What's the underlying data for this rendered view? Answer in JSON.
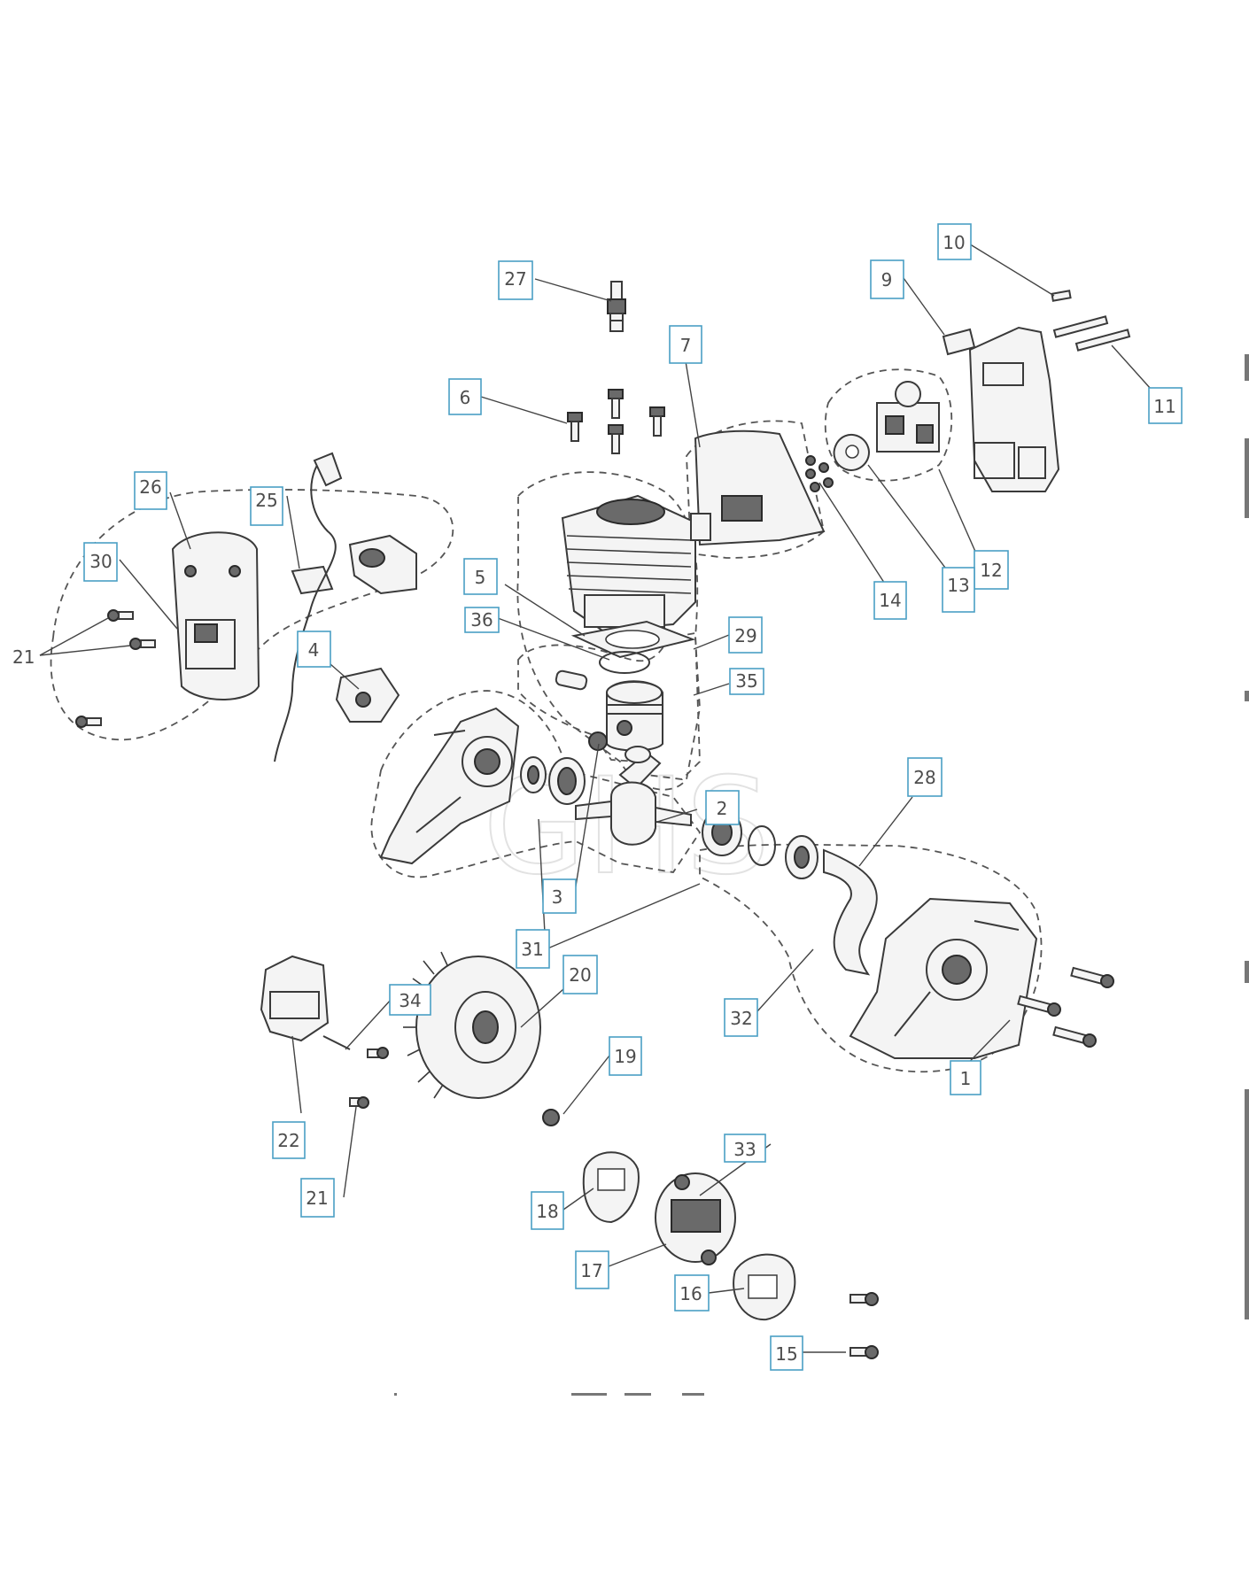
{
  "watermark": "GHS",
  "callouts": [
    {
      "id": "1",
      "label": "1"
    },
    {
      "id": "2",
      "label": "2"
    },
    {
      "id": "3",
      "label": "3"
    },
    {
      "id": "4",
      "label": "4"
    },
    {
      "id": "5",
      "label": "5"
    },
    {
      "id": "6",
      "label": "6"
    },
    {
      "id": "7",
      "label": "7"
    },
    {
      "id": "9",
      "label": "9"
    },
    {
      "id": "10",
      "label": "10"
    },
    {
      "id": "11",
      "label": "11"
    },
    {
      "id": "12",
      "label": "12"
    },
    {
      "id": "13",
      "label": "13"
    },
    {
      "id": "14",
      "label": "14"
    },
    {
      "id": "15",
      "label": "15"
    },
    {
      "id": "16",
      "label": "16"
    },
    {
      "id": "17",
      "label": "17"
    },
    {
      "id": "18",
      "label": "18"
    },
    {
      "id": "19",
      "label": "19"
    },
    {
      "id": "20",
      "label": "20"
    },
    {
      "id": "21a",
      "label": "21"
    },
    {
      "id": "21b",
      "label": "21"
    },
    {
      "id": "22",
      "label": "22"
    },
    {
      "id": "25",
      "label": "25"
    },
    {
      "id": "26",
      "label": "26"
    },
    {
      "id": "27",
      "label": "27"
    },
    {
      "id": "28",
      "label": "28"
    },
    {
      "id": "29",
      "label": "29"
    },
    {
      "id": "30",
      "label": "30"
    },
    {
      "id": "31",
      "label": "31"
    },
    {
      "id": "32",
      "label": "32"
    },
    {
      "id": "33",
      "label": "33"
    },
    {
      "id": "34",
      "label": "34"
    },
    {
      "id": "35",
      "label": "35"
    },
    {
      "id": "36",
      "label": "36"
    }
  ]
}
